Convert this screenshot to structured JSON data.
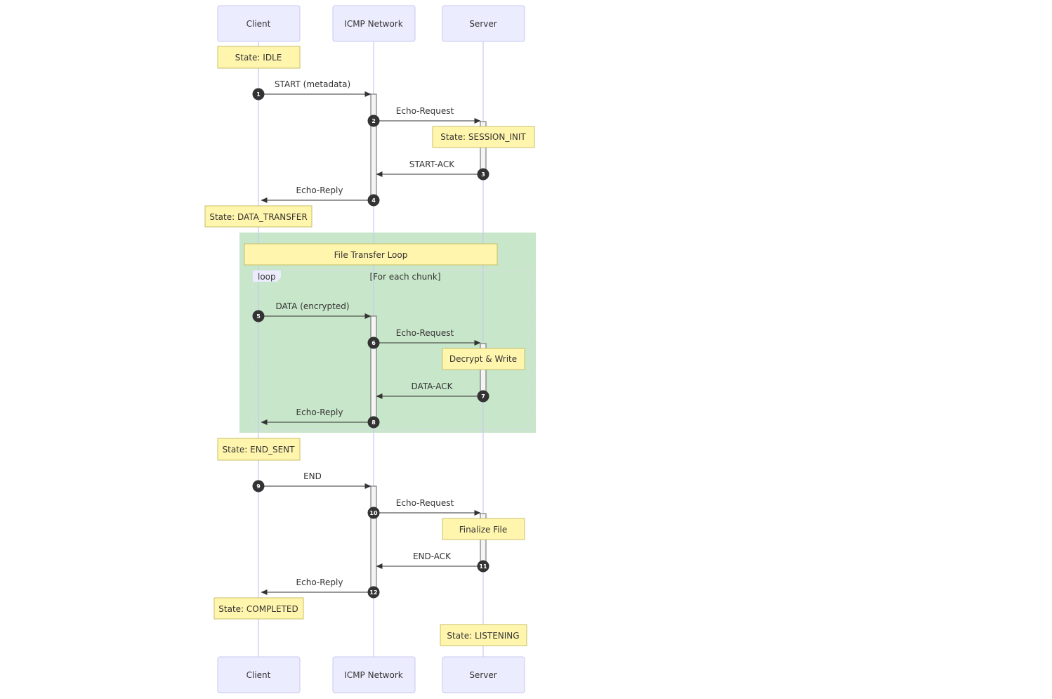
{
  "actors": [
    {
      "id": "client",
      "label": "Client"
    },
    {
      "id": "network",
      "label": "ICMP Network"
    },
    {
      "id": "server",
      "label": "Server"
    }
  ],
  "notes": {
    "idle": "State: IDLE",
    "session_init": "State: SESSION_INIT",
    "data_transfer": "State: DATA_TRANSFER",
    "file_transfer_loop": "File Transfer Loop",
    "decrypt_write": "Decrypt & Write",
    "end_sent": "State: END_SENT",
    "finalize_file": "Finalize File",
    "completed": "State: COMPLETED",
    "listening": "State: LISTENING"
  },
  "loop": {
    "keyword": "loop",
    "condition": "[For each chunk]"
  },
  "messages": [
    {
      "seq": "1",
      "from": "client",
      "to": "network",
      "label": "START (metadata)"
    },
    {
      "seq": "2",
      "from": "network",
      "to": "server",
      "label": "Echo-Request"
    },
    {
      "seq": "3",
      "from": "server",
      "to": "network",
      "label": "START-ACK"
    },
    {
      "seq": "4",
      "from": "network",
      "to": "client",
      "label": "Echo-Reply"
    },
    {
      "seq": "5",
      "from": "client",
      "to": "network",
      "label": "DATA (encrypted)"
    },
    {
      "seq": "6",
      "from": "network",
      "to": "server",
      "label": "Echo-Request"
    },
    {
      "seq": "7",
      "from": "server",
      "to": "network",
      "label": "DATA-ACK"
    },
    {
      "seq": "8",
      "from": "network",
      "to": "client",
      "label": "Echo-Reply"
    },
    {
      "seq": "9",
      "from": "client",
      "to": "network",
      "label": "END"
    },
    {
      "seq": "10",
      "from": "network",
      "to": "server",
      "label": "Echo-Request"
    },
    {
      "seq": "11",
      "from": "server",
      "to": "network",
      "label": "END-ACK"
    },
    {
      "seq": "12",
      "from": "network",
      "to": "client",
      "label": "Echo-Reply"
    }
  ],
  "colors": {
    "actor_fill": "#ECECFF",
    "note_fill": "#FFF5AD",
    "rect_fill": "#C8E6C9",
    "line": "#333333"
  }
}
